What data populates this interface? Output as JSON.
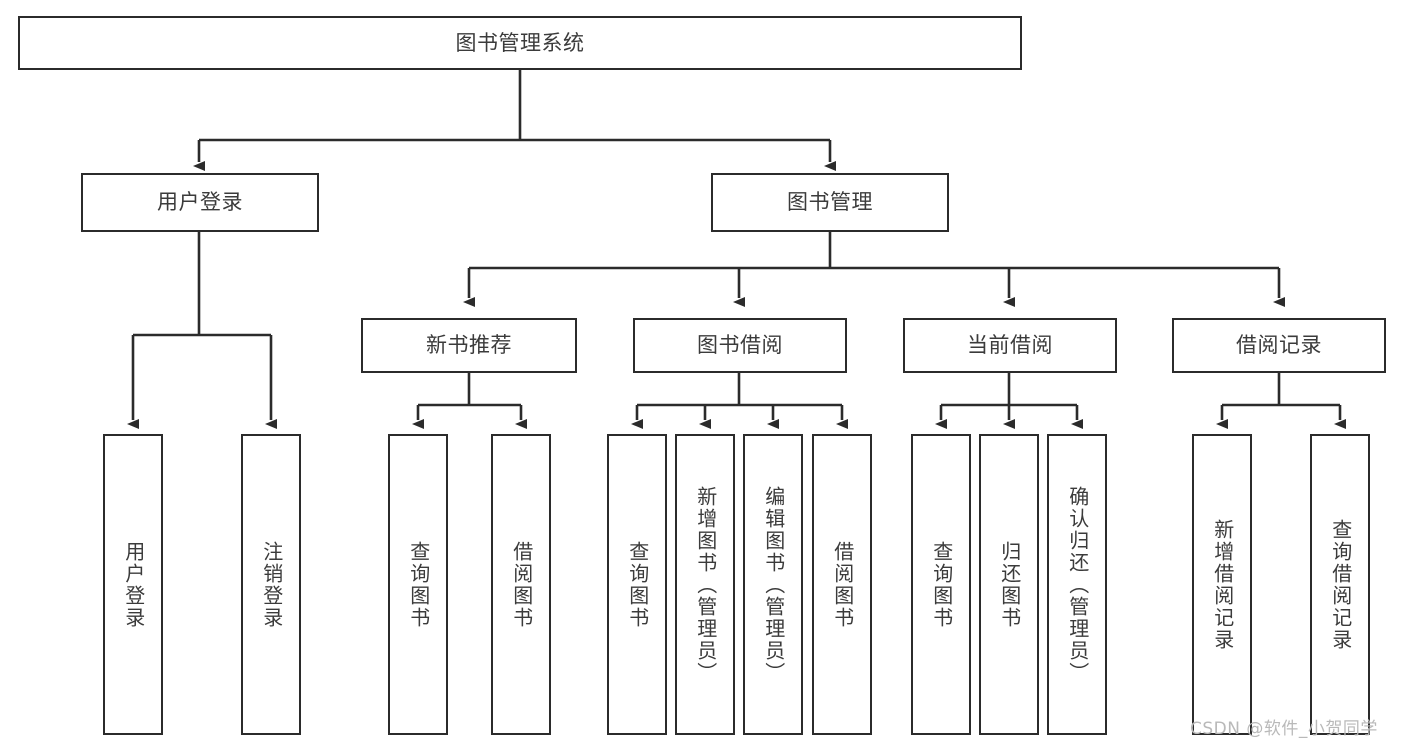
{
  "diagram": {
    "title": "图书管理系统",
    "type": "tree-hierarchy-diagram",
    "stroke_color": "#2b2b2b",
    "text_color": "#3b3b3b",
    "background_color": "#ffffff"
  },
  "nodes": {
    "root": {
      "label": "图书管理系统"
    },
    "level2": [
      {
        "label": "用户登录"
      },
      {
        "label": "图书管理"
      }
    ],
    "level3": [
      {
        "label": "新书推荐"
      },
      {
        "label": "图书借阅"
      },
      {
        "label": "当前借阅"
      },
      {
        "label": "借阅记录"
      }
    ],
    "leaves": {
      "user_login": [
        {
          "label": "用户登录"
        },
        {
          "label": "注销登录"
        }
      ],
      "new_book_recommend": [
        {
          "label": "查询图书"
        },
        {
          "label": "借阅图书"
        }
      ],
      "book_borrow": [
        {
          "label": "查询图书"
        },
        {
          "label": "新增图书（管理员）"
        },
        {
          "label": "编辑图书（管理员）"
        },
        {
          "label": "借阅图书"
        }
      ],
      "current_borrow": [
        {
          "label": "查询图书"
        },
        {
          "label": "归还图书"
        },
        {
          "label": "确认归还（管理员）"
        }
      ],
      "borrow_record": [
        {
          "label": "新增借阅记录"
        },
        {
          "label": "查询借阅记录"
        }
      ]
    }
  },
  "watermark": {
    "text": "CSDN @软件_小贺同学"
  }
}
